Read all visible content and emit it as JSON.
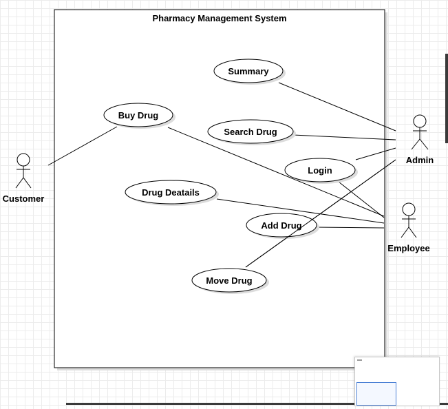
{
  "diagram": {
    "system_title": "Pharmacy Management System",
    "actors": {
      "customer": "Customer",
      "admin": "Admin",
      "employee": "Employee"
    },
    "use_cases": {
      "summary": "Summary",
      "buy_drug": "Buy Drug",
      "search_drug": "Search Drug",
      "login": "Login",
      "drug_details": "Drug Deatails",
      "add_drug": "Add Drug",
      "move_drug": "Move Drug"
    }
  },
  "colors": {
    "stroke": "#000000",
    "shadow": "#dcdcdc",
    "grid": "#ececec",
    "outline_view": "#4a7fd4"
  }
}
